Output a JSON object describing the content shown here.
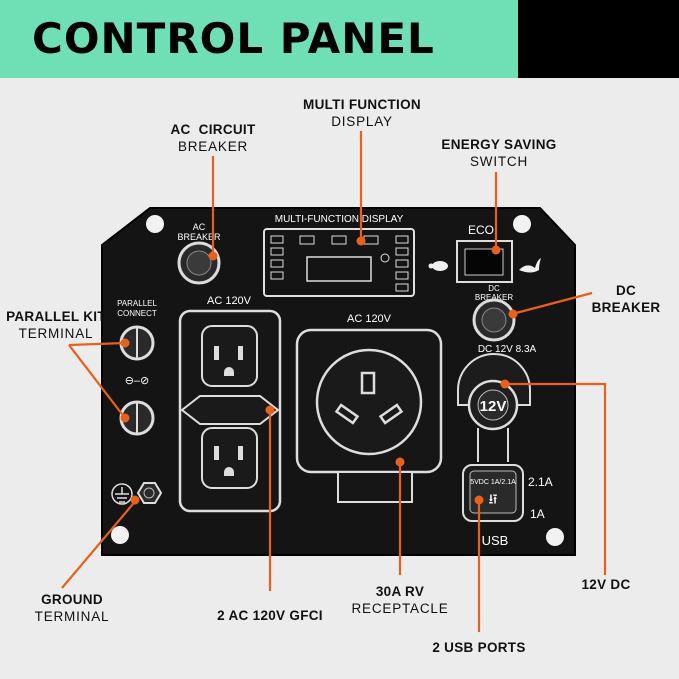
{
  "title": "CONTROL PANEL",
  "callouts": {
    "multi_function": {
      "bold": "MULTI FUNCTION",
      "sub": "DISPLAY"
    },
    "ac_circuit": {
      "bold": "AC  CIRCUIT",
      "sub": "BREAKER"
    },
    "energy_saving": {
      "bold": "ENERGY SAVING",
      "sub": "SWITCH"
    },
    "dc_breaker": {
      "bold": "DC",
      "bold2": "BREAKER"
    },
    "parallel_kit": {
      "bold": "PARALLEL KIT",
      "sub": "TERMINAL"
    },
    "ground": {
      "bold": "GROUND",
      "sub": "TERMINAL"
    },
    "gfci": {
      "bold": "2 AC 120V GFCI"
    },
    "rv": {
      "bold": "30A RV",
      "sub": "RECEPTACLE"
    },
    "usb_ports": {
      "bold": "2 USB PORTS"
    },
    "dc12": {
      "bold": "12V DC"
    }
  },
  "panel": {
    "ac_breaker": "AC\nBREAKER",
    "ac_breaker_l1": "AC",
    "ac_breaker_l2": "BREAKER",
    "multi_display": "MULTI-FUNCTION DISPLAY",
    "eco": "ECO",
    "dc_breaker_l1": "DC",
    "dc_breaker_l2": "BREAKER",
    "parallel_l1": "PARALLEL",
    "parallel_l2": "CONNECT",
    "ac120_left": "AC 120V",
    "ac120_right": "AC 120V",
    "dc_rating": "DC 12V 8.3A",
    "socket_12v": "12V",
    "usb_spec": "5VDC 1A/2.1A",
    "usb_21a": "2.1A",
    "usb_1a": "1A",
    "usb": "USB"
  },
  "colors": {
    "accent": "#e8601c",
    "banner": "#6fe0b6",
    "panel": "#111111"
  }
}
